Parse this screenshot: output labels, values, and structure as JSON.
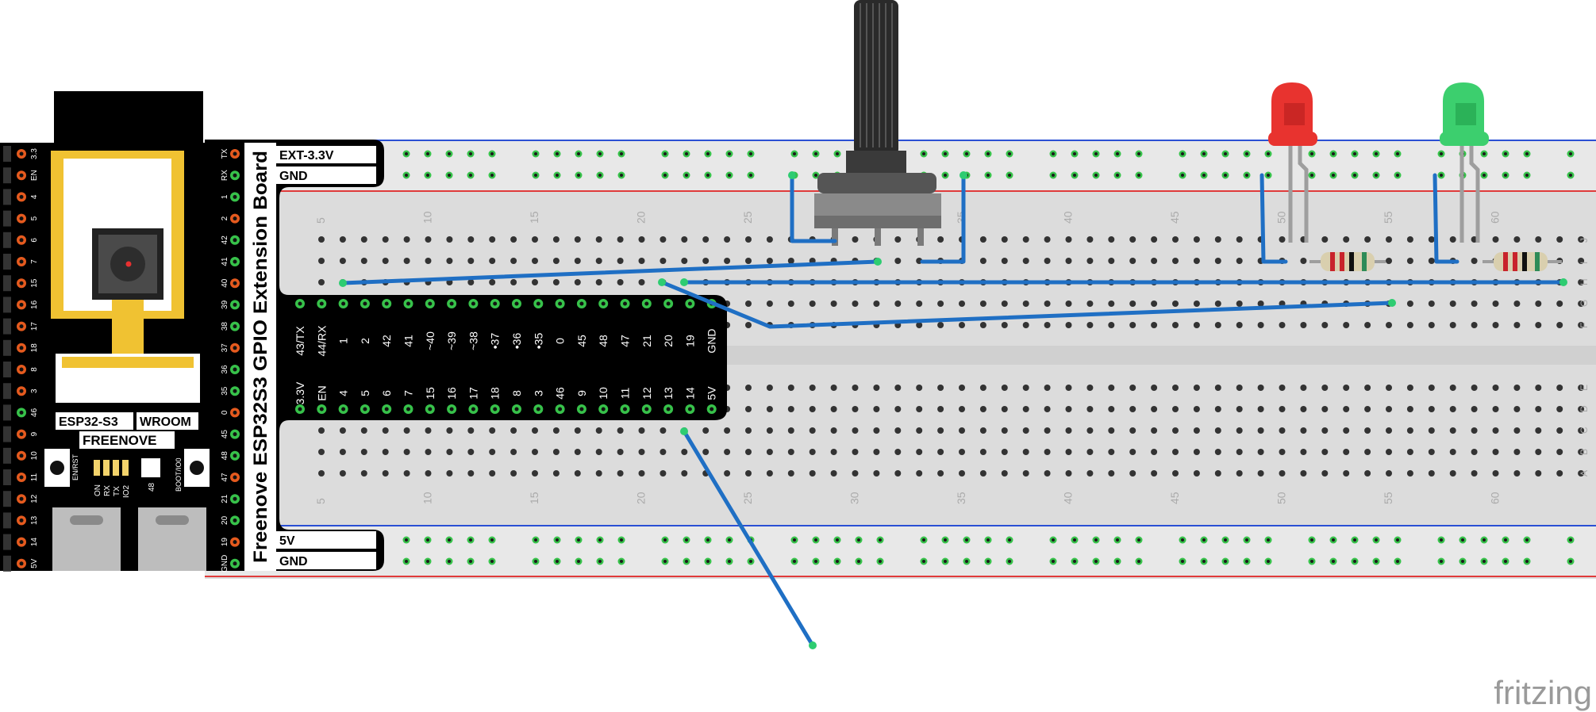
{
  "board": {
    "title": "Freenove ESP32S3 GPIO Extension Board",
    "ext_label": "EXT-3.3V",
    "gnd_top": "GND",
    "v5_label": "5V",
    "gnd_bottom": "GND",
    "top_header_pins": [
      "43/TX",
      "44/RX",
      "1",
      "2",
      "42",
      "41",
      "~40",
      "~39",
      "~38",
      "•37",
      "•36",
      "•35",
      "0",
      "45",
      "48",
      "47",
      "21",
      "20",
      "19",
      "GND"
    ],
    "bottom_header_pins": [
      "3.3V",
      "EN",
      "4",
      "5",
      "6",
      "7",
      "15",
      "16",
      "17",
      "18",
      "8",
      "3",
      "46",
      "9",
      "10",
      "11",
      "12",
      "13",
      "14",
      "5V"
    ],
    "right_pins": [
      "TX",
      "RX",
      "1",
      "2",
      "42",
      "41",
      "40",
      "39",
      "38",
      "37",
      "36",
      "35",
      "0",
      "45",
      "48",
      "47",
      "21",
      "20",
      "19",
      "GND"
    ]
  },
  "module": {
    "chip_label": "ESP32-S3",
    "variant_label": "WROOM",
    "brand": "FREENOVE",
    "left_pins": [
      "3.3",
      "EN",
      "4",
      "5",
      "6",
      "7",
      "15",
      "16",
      "17",
      "18",
      "8",
      "3",
      "46",
      "9",
      "10",
      "11",
      "12",
      "13",
      "14",
      "5V"
    ],
    "led_labels": [
      "ON",
      "RX",
      "TX",
      "IO2"
    ],
    "io48_label": "48",
    "reset_label": "EN/RST",
    "boot_label": "BOOT/IO0"
  },
  "breadboard": {
    "column_numbers": [
      "5",
      "10",
      "15",
      "20",
      "25",
      "30",
      "35",
      "40",
      "45",
      "50",
      "55",
      "60"
    ],
    "row_letters_top": [
      "J",
      "I",
      "H",
      "G",
      "F"
    ],
    "row_letters_bottom": [
      "E",
      "D",
      "C",
      "B",
      "A"
    ]
  },
  "watermark": "fritzing",
  "colors": {
    "wire": "#1f6fc4",
    "board_black": "#000000",
    "module_gold": "#f0c232",
    "pin_green": "#37c24a",
    "pin_orange": "#e55a1e",
    "led_red": "#e8332f",
    "led_green": "#3ccf6e",
    "rail_red": "#e03b3b",
    "rail_blue": "#2a4fd4"
  }
}
